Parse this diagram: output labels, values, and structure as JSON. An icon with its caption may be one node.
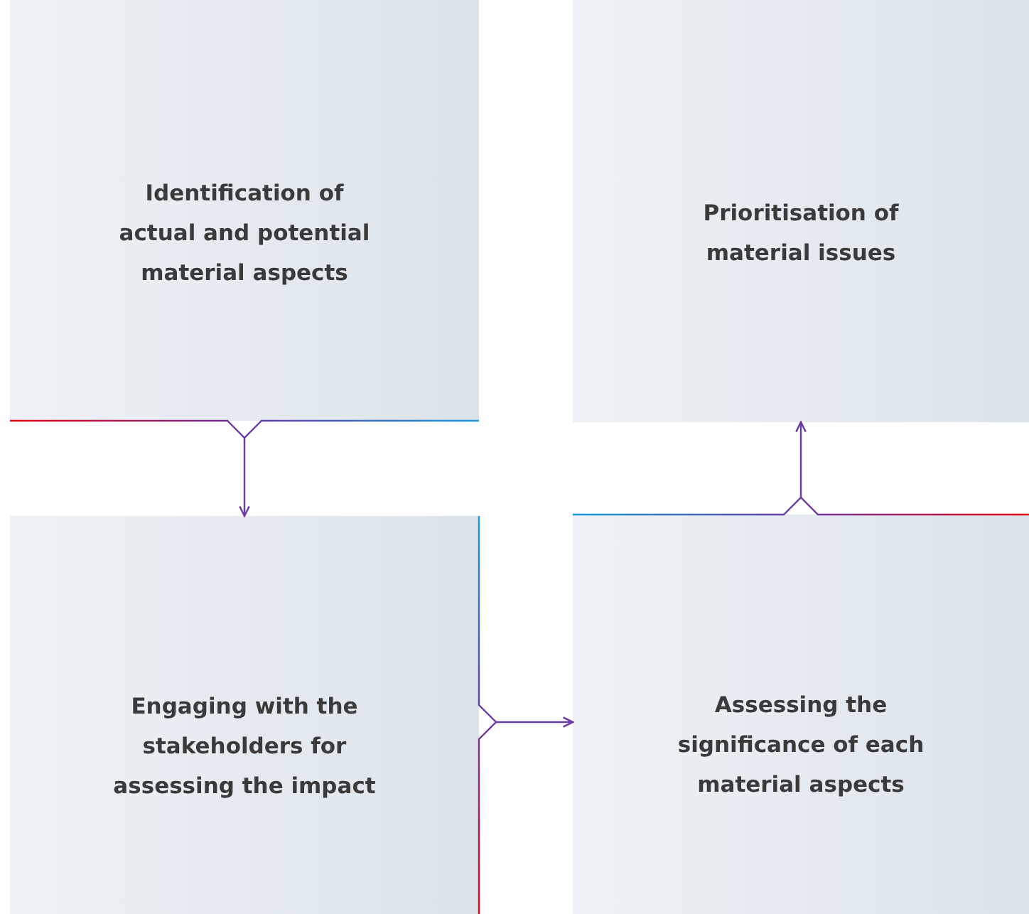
{
  "diagram": {
    "nodes": [
      {
        "text": [
          "Identification of actual and potential material aspects"
        ]
      },
      {
        "text": [
          "Prioritisation of material issues"
        ]
      },
      {
        "text": [
          "Engaging with the stakeholders for assessing the impact"
        ]
      },
      {
        "text": [
          "Assessing the significance of each material aspects"
        ]
      }
    ],
    "edges": [
      {
        "from": 0,
        "to": 2,
        "arrow": "to"
      },
      {
        "from": 2,
        "to": 3,
        "arrow": "to"
      },
      {
        "from": 3,
        "to": 1,
        "arrow": "to"
      }
    ]
  }
}
